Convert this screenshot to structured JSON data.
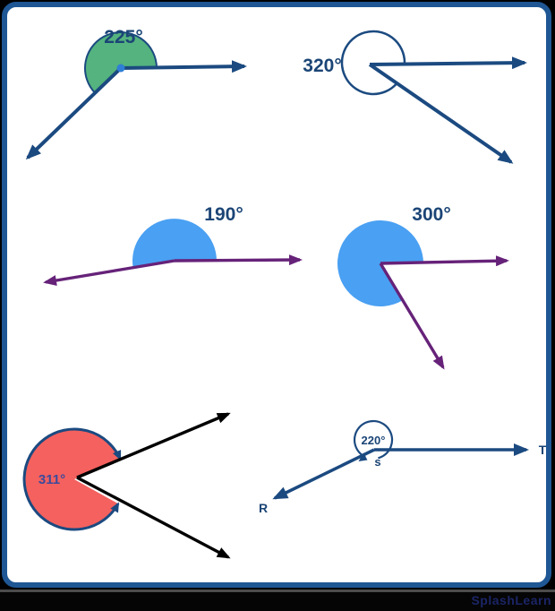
{
  "brand": {
    "watermark": "SplashLearn"
  },
  "figures": {
    "f225": {
      "label": "225°",
      "degrees": 225
    },
    "f320": {
      "label": "320°",
      "degrees": 320
    },
    "f190": {
      "label": "190°",
      "degrees": 190
    },
    "f300": {
      "label": "300°",
      "degrees": 300
    },
    "f311": {
      "label": "311°",
      "degrees": 311
    },
    "f220": {
      "label": "220°",
      "degrees": 220,
      "vertex_label": "s",
      "ray_label_right": "T",
      "ray_label_left": "R"
    }
  },
  "colors": {
    "frame_border": "#1f5795",
    "ray_navy": "#1b4a80",
    "label_navy": "#1b4576",
    "sector_green": "#54b37e",
    "sector_blue": "#4aa0f2",
    "sector_red": "#f4615e",
    "ray_purple": "#662279",
    "ray_black": "#000000",
    "vertex_dot_blue": "#2f7fd6",
    "label_indigo": "#3b4a9c",
    "watermark_navy": "#1b2566"
  }
}
